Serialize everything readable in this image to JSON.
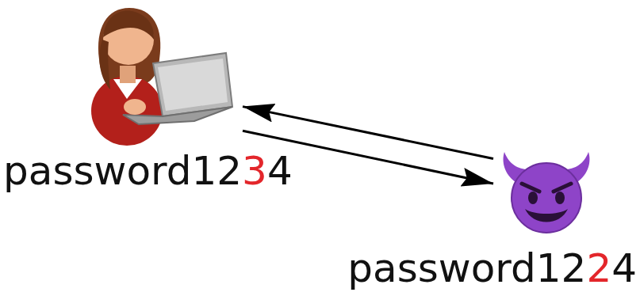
{
  "diagram": {
    "nodes": [
      {
        "text": [
          "password1234"
        ]
      },
      {
        "text": [
          "password1224"
        ]
      }
    ],
    "edges": [
      {
        "from": 1,
        "to": 0,
        "arrow": "to"
      },
      {
        "from": 0,
        "to": 1,
        "arrow": "to"
      }
    ]
  }
}
